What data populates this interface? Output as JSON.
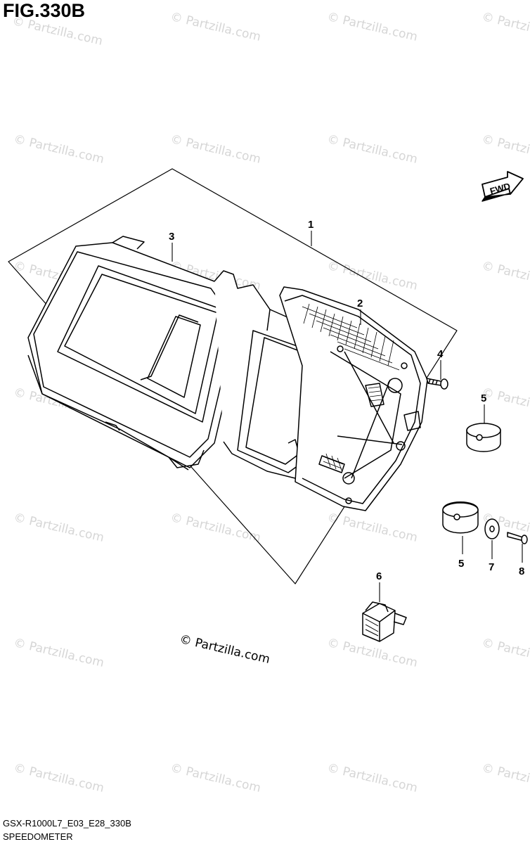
{
  "figure": {
    "title": "FIG.330B",
    "model_code": "GSX-R1000L7_E03_E28_330B",
    "section_name": "SPEEDOMETER",
    "copyright_mark": "© Partzilla.com",
    "watermark_text": "© Partzilla.com",
    "fwd_label": "FWD"
  },
  "callouts": [
    "1",
    "2",
    "3",
    "4",
    "5",
    "5",
    "6",
    "7",
    "8"
  ],
  "colors": {
    "line": "#000000",
    "watermark": "#d6d6d6",
    "background": "#ffffff"
  }
}
